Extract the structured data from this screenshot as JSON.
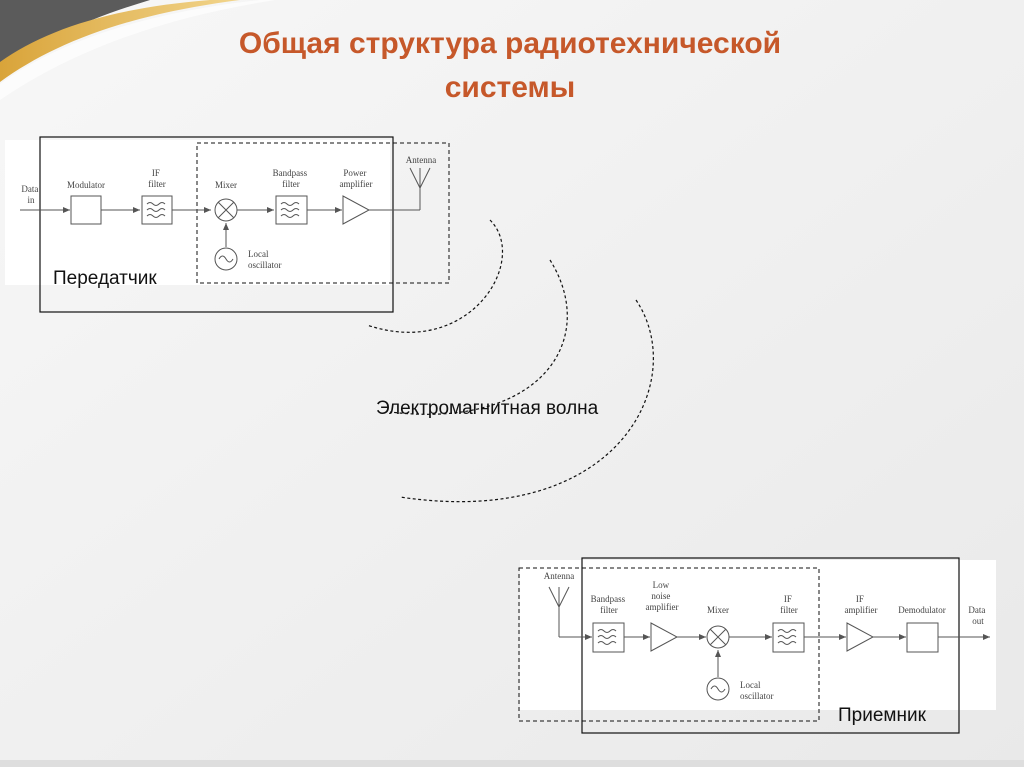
{
  "slide": {
    "title_line1": "Общая структура радиотехнической",
    "title_line2": "системы",
    "accent_color": "#c6582a"
  },
  "transmitter": {
    "label": "Передатчик",
    "data_in": [
      "Data",
      "in"
    ],
    "modulator": "Modulator",
    "if_filter": [
      "IF",
      "filter"
    ],
    "mixer": "Mixer",
    "bandpass_filter": [
      "Bandpass",
      "filter"
    ],
    "power_amplifier": [
      "Power",
      "amplifier"
    ],
    "antenna": "Antenna",
    "local_oscillator": [
      "Local",
      "oscillator"
    ]
  },
  "wave": {
    "label": "Электромагнитная волна"
  },
  "receiver": {
    "label": "Приемник",
    "antenna": "Antenna",
    "bandpass_filter": [
      "Bandpass",
      "filter"
    ],
    "lna": [
      "Low",
      "noise",
      "amplifier"
    ],
    "mixer": "Mixer",
    "if_filter": [
      "IF",
      "filter"
    ],
    "if_amplifier": [
      "IF",
      "amplifier"
    ],
    "demodulator": "Demodulator",
    "data_out": [
      "Data",
      "out"
    ],
    "local_oscillator": [
      "Local",
      "oscillator"
    ]
  }
}
